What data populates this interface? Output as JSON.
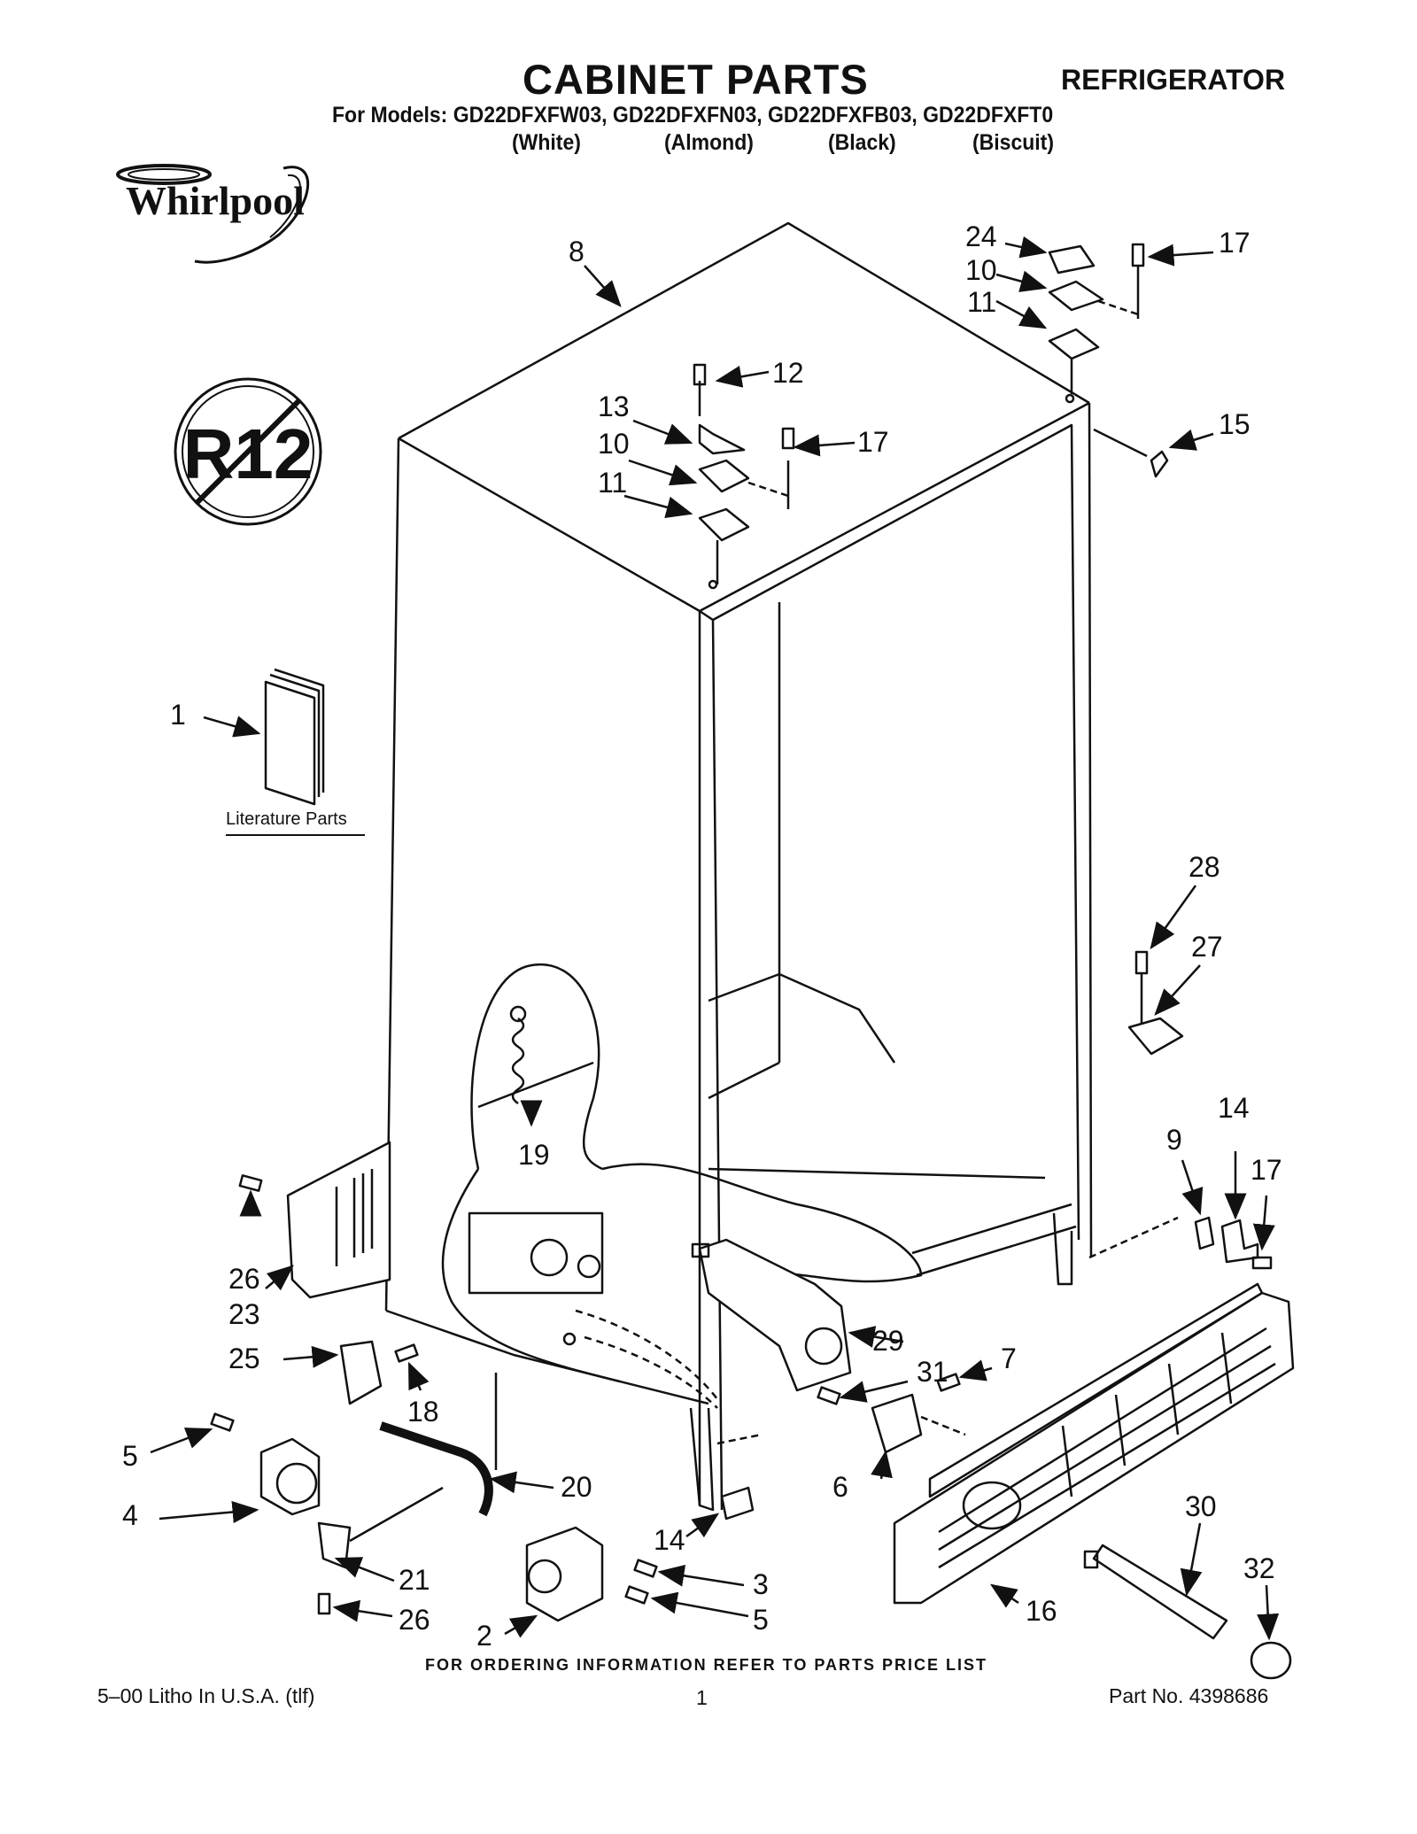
{
  "header": {
    "title": "CABINET PARTS",
    "category": "REFRIGERATOR",
    "models_line": "For Models: GD22DFXFW03, GD22DFXFN03, GD22DFXFB03, GD22DFXFT0",
    "colors": [
      "(White)",
      "(Almond)",
      "(Black)",
      "(Biscuit)"
    ]
  },
  "brand": {
    "logo_text": "Whirlpool"
  },
  "badge": {
    "text": "R12"
  },
  "literature": {
    "label": "Literature Parts"
  },
  "callouts": {
    "c1": "1",
    "c2": "2",
    "c3": "3",
    "c4": "4",
    "c5a": "5",
    "c5b": "5",
    "c6": "6",
    "c7": "7",
    "c8": "8",
    "c9": "9",
    "c10a": "10",
    "c10b": "10",
    "c11a": "11",
    "c11b": "11",
    "c12": "12",
    "c13": "13",
    "c14a": "14",
    "c14b": "14",
    "c15": "15",
    "c16": "16",
    "c17a": "17",
    "c17b": "17",
    "c17c": "17",
    "c18": "18",
    "c19": "19",
    "c20": "20",
    "c21": "21",
    "c23": "23",
    "c24": "24",
    "c25": "25",
    "c26a": "26",
    "c26b": "26",
    "c27": "27",
    "c28": "28",
    "c29": "29",
    "c30": "30",
    "c31": "31",
    "c32": "32"
  },
  "footer": {
    "ordering": "FOR ORDERING INFORMATION REFER TO PARTS PRICE LIST",
    "litho": "5–00 Litho In U.S.A. (tlf)",
    "page": "1",
    "part_no": "Part No. 4398686"
  }
}
